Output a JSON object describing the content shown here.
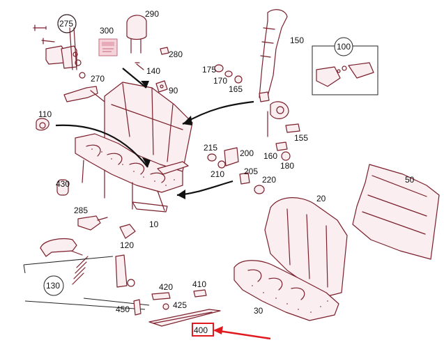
{
  "labels": {
    "l10": "10",
    "l20": "20",
    "l30": "30",
    "l50": "50",
    "l90": "90",
    "l100": "100",
    "l110": "110",
    "l120": "120",
    "l130": "130",
    "l140": "140",
    "l150": "150",
    "l155": "155",
    "l160": "160",
    "l165": "165",
    "l170": "170",
    "l175": "175",
    "l180": "180",
    "l200": "200",
    "l205": "205",
    "l210": "210",
    "l215": "215",
    "l220": "220",
    "l270": "270",
    "l275": "275",
    "l280": "280",
    "l285": "285",
    "l290": "290",
    "l300": "300",
    "l400": "400",
    "l410": "410",
    "l420": "420",
    "l425": "425",
    "l430": "430",
    "l450": "450"
  },
  "colors": {
    "part_stroke": "#7a1f2b",
    "highlight": "#e0191e",
    "ink": "#111111"
  },
  "highlighted_part": "400"
}
